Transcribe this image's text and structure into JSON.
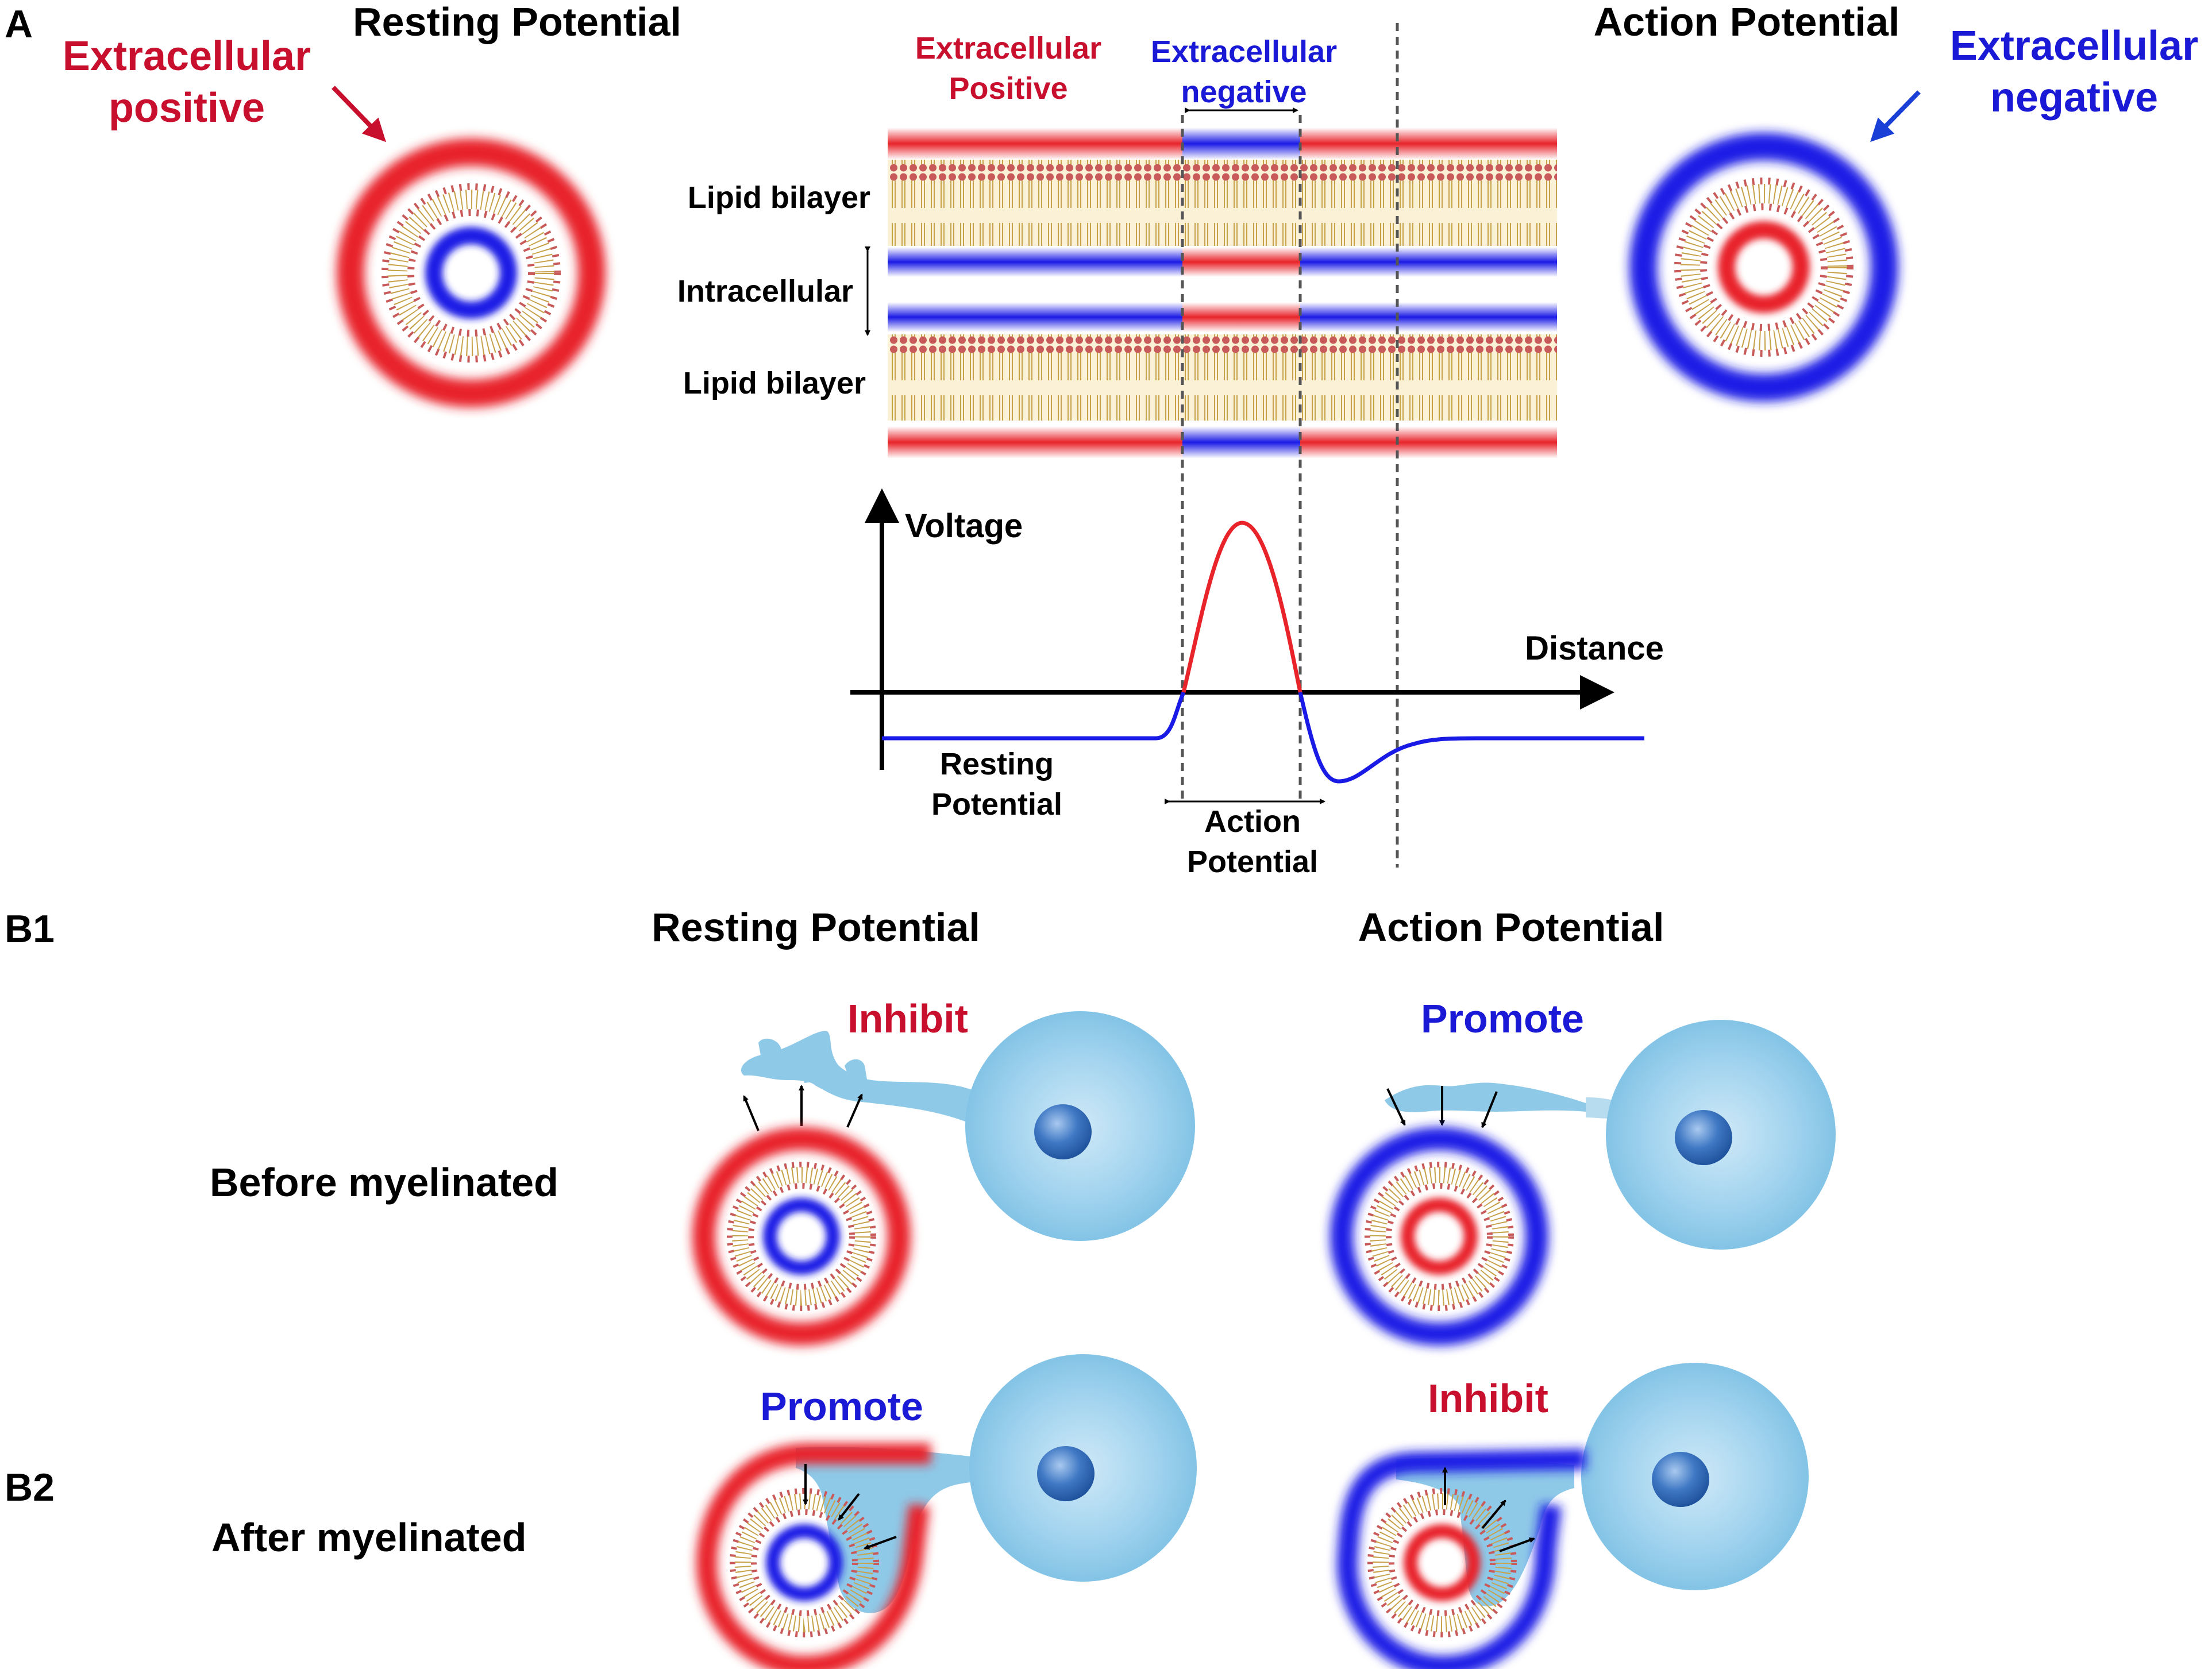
{
  "panel_labels": {
    "a": "A",
    "b1": "B1",
    "b2": "B2"
  },
  "panel_a": {
    "resting_title": "Resting Potential",
    "action_title": "Action Potential",
    "extracellular_positive": [
      "Extracellular",
      "positive"
    ],
    "extracellular_negative": [
      "Extracellular",
      "negative"
    ],
    "strip_positive": [
      "Extracellular",
      "Positive"
    ],
    "strip_negative": [
      "Extracellular",
      "negative"
    ],
    "lipid_bilayer_top": "Lipid bilayer",
    "intracellular": "Intracellular",
    "lipid_bilayer_bottom": "Lipid bilayer",
    "voltage_axis": "Voltage",
    "distance_axis": "Distance",
    "resting_label": [
      "Resting",
      "Potential"
    ],
    "action_label": [
      "Action",
      "Potential"
    ]
  },
  "panel_b": {
    "col_resting": "Resting Potential",
    "col_action": "Action Potential",
    "row_before": "Before myelinated",
    "row_after": "After myelinated",
    "b1_resting_effect": "Inhibit",
    "b1_action_effect": "Promote",
    "b2_resting_effect": "Promote",
    "b2_action_effect": "Inhibit"
  },
  "colors": {
    "positive": "#e8232a",
    "negative": "#1a1ae6",
    "text_red": "#c8102e",
    "text_blue": "#1a1ad6",
    "cell": "#8ec9e8"
  }
}
